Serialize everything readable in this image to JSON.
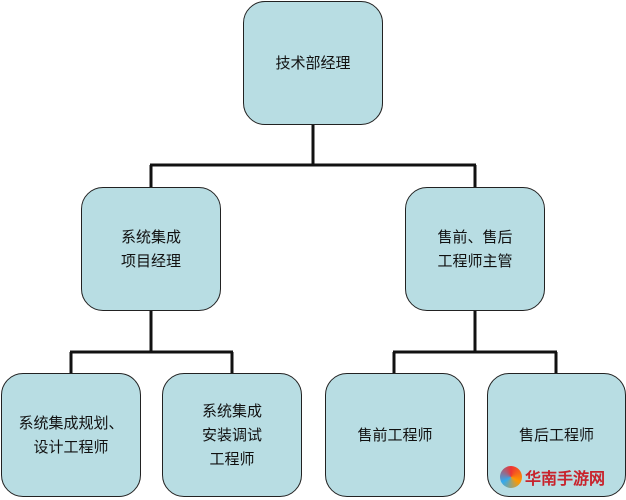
{
  "nodes": {
    "root": "技术部经理",
    "left": "系统集成\n项目经理",
    "right": "售前、售后\n工程师主管",
    "ll": "系统集成规划、\n设计工程师",
    "lr": "系统集成\n安装调试\n工程师",
    "rl": "售前工程师",
    "rr": "售后工程师"
  },
  "colors": {
    "box": "#b8dde3",
    "line": "#111111"
  },
  "watermark": "华南手游网"
}
